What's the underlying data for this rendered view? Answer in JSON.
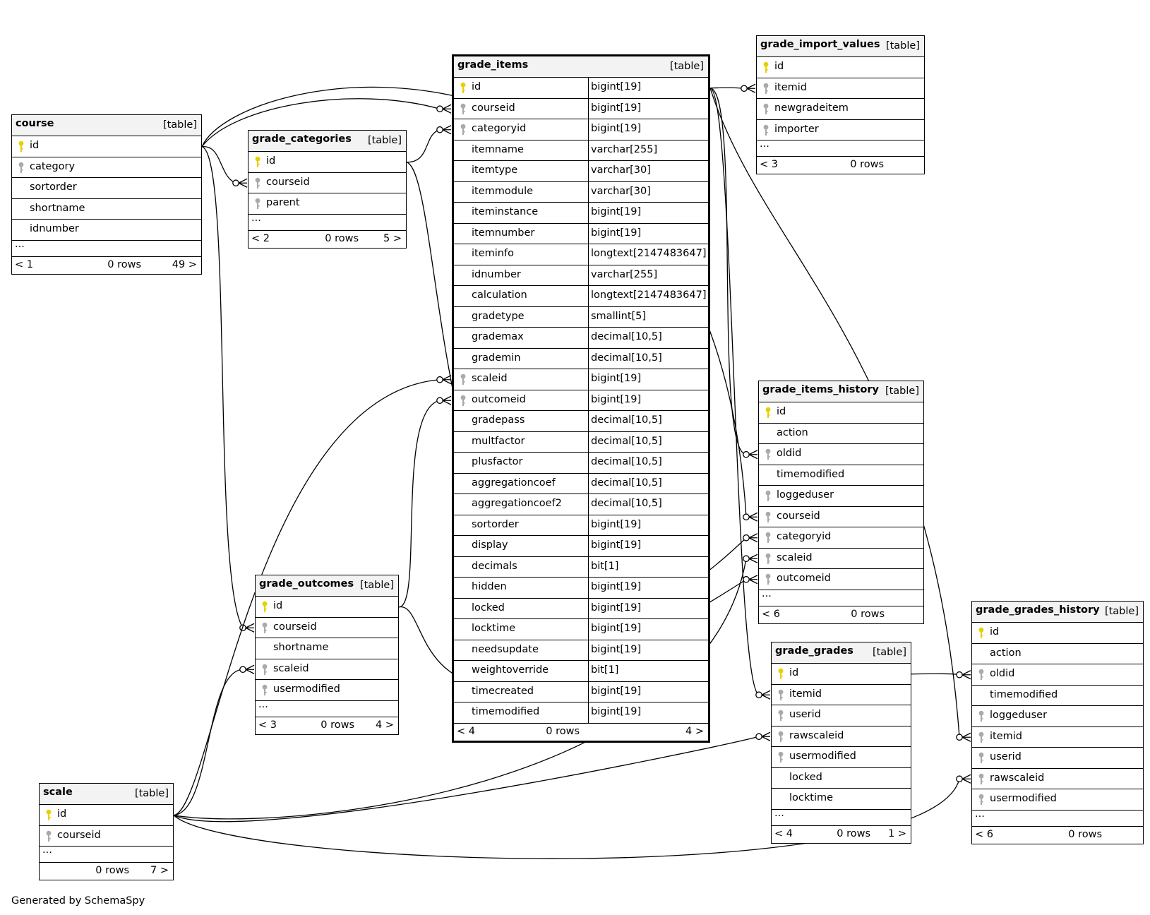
{
  "footer_text": "Generated by SchemaSpy",
  "colors": {
    "primary_key": "#e8d000",
    "foreign_key": "#aaaaaa",
    "header_bg": "#f3f3f3",
    "line": "#000000"
  },
  "tables": {
    "course": {
      "name": "course",
      "kind": "[table]",
      "columns": [
        {
          "name": "id",
          "key": "primary-key-icon"
        },
        {
          "name": "category",
          "key": "foreign-key-icon"
        },
        {
          "name": "sortorder"
        },
        {
          "name": "shortname"
        },
        {
          "name": "idnumber"
        }
      ],
      "more": "...",
      "footer": {
        "prev": "< 1",
        "rows": "0 rows",
        "next": "49 >"
      }
    },
    "grade_categories": {
      "name": "grade_categories",
      "kind": "[table]",
      "columns": [
        {
          "name": "id",
          "key": "primary-key-icon"
        },
        {
          "name": "courseid",
          "key": "foreign-key-icon"
        },
        {
          "name": "parent",
          "key": "foreign-key-icon"
        }
      ],
      "more": "...",
      "footer": {
        "prev": "< 2",
        "rows": "0 rows",
        "next": "5 >"
      }
    },
    "grade_items": {
      "name": "grade_items",
      "kind": "[table]",
      "columns": [
        {
          "name": "id",
          "type": "bigint[19]",
          "key": "primary-key-icon"
        },
        {
          "name": "courseid",
          "type": "bigint[19]",
          "key": "foreign-key-icon"
        },
        {
          "name": "categoryid",
          "type": "bigint[19]",
          "key": "foreign-key-icon"
        },
        {
          "name": "itemname",
          "type": "varchar[255]"
        },
        {
          "name": "itemtype",
          "type": "varchar[30]"
        },
        {
          "name": "itemmodule",
          "type": "varchar[30]"
        },
        {
          "name": "iteminstance",
          "type": "bigint[19]"
        },
        {
          "name": "itemnumber",
          "type": "bigint[19]"
        },
        {
          "name": "iteminfo",
          "type": "longtext[2147483647]"
        },
        {
          "name": "idnumber",
          "type": "varchar[255]"
        },
        {
          "name": "calculation",
          "type": "longtext[2147483647]"
        },
        {
          "name": "gradetype",
          "type": "smallint[5]"
        },
        {
          "name": "grademax",
          "type": "decimal[10,5]"
        },
        {
          "name": "grademin",
          "type": "decimal[10,5]"
        },
        {
          "name": "scaleid",
          "type": "bigint[19]",
          "key": "foreign-key-icon"
        },
        {
          "name": "outcomeid",
          "type": "bigint[19]",
          "key": "foreign-key-icon"
        },
        {
          "name": "gradepass",
          "type": "decimal[10,5]"
        },
        {
          "name": "multfactor",
          "type": "decimal[10,5]"
        },
        {
          "name": "plusfactor",
          "type": "decimal[10,5]"
        },
        {
          "name": "aggregationcoef",
          "type": "decimal[10,5]"
        },
        {
          "name": "aggregationcoef2",
          "type": "decimal[10,5]"
        },
        {
          "name": "sortorder",
          "type": "bigint[19]"
        },
        {
          "name": "display",
          "type": "bigint[19]"
        },
        {
          "name": "decimals",
          "type": "bit[1]"
        },
        {
          "name": "hidden",
          "type": "bigint[19]"
        },
        {
          "name": "locked",
          "type": "bigint[19]"
        },
        {
          "name": "locktime",
          "type": "bigint[19]"
        },
        {
          "name": "needsupdate",
          "type": "bigint[19]"
        },
        {
          "name": "weightoverride",
          "type": "bit[1]"
        },
        {
          "name": "timecreated",
          "type": "bigint[19]"
        },
        {
          "name": "timemodified",
          "type": "bigint[19]"
        }
      ],
      "footer": {
        "prev": "< 4",
        "rows": "0 rows",
        "next": "4 >"
      }
    },
    "grade_import_values": {
      "name": "grade_import_values",
      "kind": "[table]",
      "columns": [
        {
          "name": "id",
          "key": "primary-key-icon"
        },
        {
          "name": "itemid",
          "key": "foreign-key-icon"
        },
        {
          "name": "newgradeitem",
          "key": "foreign-key-icon"
        },
        {
          "name": "importer",
          "key": "foreign-key-icon"
        }
      ],
      "more": "...",
      "footer": {
        "prev": "< 3",
        "rows": "0 rows",
        "next": ""
      }
    },
    "grade_items_history": {
      "name": "grade_items_history",
      "kind": "[table]",
      "columns": [
        {
          "name": "id",
          "key": "primary-key-icon"
        },
        {
          "name": "action"
        },
        {
          "name": "oldid",
          "key": "foreign-key-icon"
        },
        {
          "name": "timemodified"
        },
        {
          "name": "loggeduser",
          "key": "foreign-key-icon"
        },
        {
          "name": "courseid",
          "key": "foreign-key-icon"
        },
        {
          "name": "categoryid",
          "key": "foreign-key-icon"
        },
        {
          "name": "scaleid",
          "key": "foreign-key-icon"
        },
        {
          "name": "outcomeid",
          "key": "foreign-key-icon"
        }
      ],
      "more": "...",
      "footer": {
        "prev": "< 6",
        "rows": "0 rows",
        "next": ""
      }
    },
    "grade_outcomes": {
      "name": "grade_outcomes",
      "kind": "[table]",
      "columns": [
        {
          "name": "id",
          "key": "primary-key-icon"
        },
        {
          "name": "courseid",
          "key": "foreign-key-icon"
        },
        {
          "name": "shortname"
        },
        {
          "name": "scaleid",
          "key": "foreign-key-icon"
        },
        {
          "name": "usermodified",
          "key": "foreign-key-icon"
        }
      ],
      "more": "...",
      "footer": {
        "prev": "< 3",
        "rows": "0 rows",
        "next": "4 >"
      }
    },
    "grade_grades": {
      "name": "grade_grades",
      "kind": "[table]",
      "columns": [
        {
          "name": "id",
          "key": "primary-key-icon"
        },
        {
          "name": "itemid",
          "key": "foreign-key-icon"
        },
        {
          "name": "userid",
          "key": "foreign-key-icon"
        },
        {
          "name": "rawscaleid",
          "key": "foreign-key-icon"
        },
        {
          "name": "usermodified",
          "key": "foreign-key-icon"
        },
        {
          "name": "locked"
        },
        {
          "name": "locktime"
        }
      ],
      "more": "...",
      "footer": {
        "prev": "< 4",
        "rows": "0 rows",
        "next": "1 >"
      }
    },
    "grade_grades_history": {
      "name": "grade_grades_history",
      "kind": "[table]",
      "columns": [
        {
          "name": "id",
          "key": "primary-key-icon"
        },
        {
          "name": "action"
        },
        {
          "name": "oldid",
          "key": "foreign-key-icon"
        },
        {
          "name": "timemodified"
        },
        {
          "name": "loggeduser",
          "key": "foreign-key-icon"
        },
        {
          "name": "itemid",
          "key": "foreign-key-icon"
        },
        {
          "name": "userid",
          "key": "foreign-key-icon"
        },
        {
          "name": "rawscaleid",
          "key": "foreign-key-icon"
        },
        {
          "name": "usermodified",
          "key": "foreign-key-icon"
        }
      ],
      "more": "...",
      "footer": {
        "prev": "< 6",
        "rows": "0 rows",
        "next": ""
      }
    },
    "scale": {
      "name": "scale",
      "kind": "[table]",
      "columns": [
        {
          "name": "id",
          "key": "primary-key-icon"
        },
        {
          "name": "courseid",
          "key": "foreign-key-icon"
        }
      ],
      "more": "...",
      "footer": {
        "prev": "",
        "rows": "0 rows",
        "next": "7 >"
      }
    }
  },
  "relationships": [
    {
      "from": "course.id",
      "to": "grade_items.courseid"
    },
    {
      "from": "course.id",
      "to": "grade_categories.courseid"
    },
    {
      "from": "course.id",
      "to": "grade_outcomes.courseid"
    },
    {
      "from": "course.id",
      "to": "grade_items_history.courseid"
    },
    {
      "from": "grade_categories.id",
      "to": "grade_items.categoryid"
    },
    {
      "from": "grade_categories.id",
      "to": "grade_items_history.categoryid"
    },
    {
      "from": "grade_items.id",
      "to": "grade_import_values.itemid"
    },
    {
      "from": "grade_items.id",
      "to": "grade_items_history.oldid"
    },
    {
      "from": "grade_items.id",
      "to": "grade_grades.itemid"
    },
    {
      "from": "grade_items.id",
      "to": "grade_grades_history.itemid"
    },
    {
      "from": "scale.id",
      "to": "grade_items.scaleid"
    },
    {
      "from": "scale.id",
      "to": "grade_outcomes.scaleid"
    },
    {
      "from": "scale.id",
      "to": "grade_items_history.scaleid"
    },
    {
      "from": "scale.id",
      "to": "grade_grades.rawscaleid"
    },
    {
      "from": "scale.id",
      "to": "grade_grades_history.rawscaleid"
    },
    {
      "from": "grade_outcomes.id",
      "to": "grade_items.outcomeid"
    },
    {
      "from": "grade_outcomes.id",
      "to": "grade_items_history.outcomeid"
    },
    {
      "from": "grade_grades.id",
      "to": "grade_grades_history.oldid"
    }
  ]
}
